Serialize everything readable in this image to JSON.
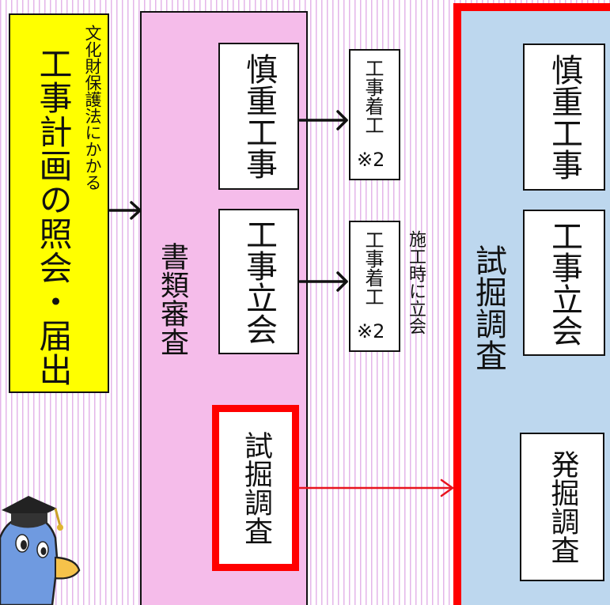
{
  "colors": {
    "yellow": "#ffff00",
    "pink": "#f5bcea",
    "blue": "#bdd7ee",
    "red": "#ff0000",
    "border": "#111111"
  },
  "left": {
    "subtitle": "文化財保護法にかかる",
    "title": "工事計画の照会・届出"
  },
  "review": {
    "label": "書類審査"
  },
  "middle": {
    "careful": "慎重工事",
    "attend": "工事立会",
    "trial": "試掘調査"
  },
  "start1": {
    "label": "工事着工",
    "note": "※2"
  },
  "start2": {
    "label": "工事着工",
    "note": "※2",
    "side": "施工時に立会"
  },
  "right": {
    "title": "試掘調査",
    "careful": "慎重工事",
    "attend": "工事立会",
    "excavation": "発掘調査"
  },
  "mascot": {
    "name": "mascot-duck-icon"
  }
}
